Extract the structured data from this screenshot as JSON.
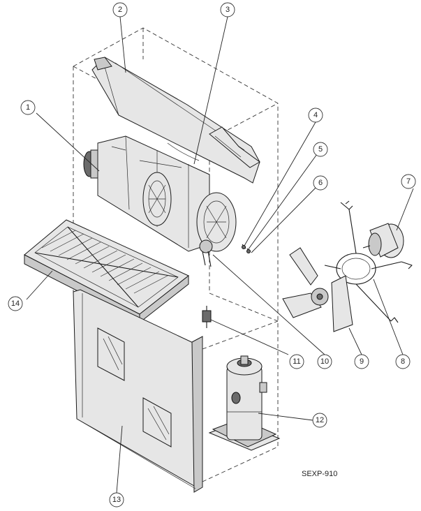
{
  "drawing_code": "SEXP-910",
  "callouts": [
    "1",
    "2",
    "3",
    "4",
    "5",
    "6",
    "7",
    "8",
    "9",
    "10",
    "11",
    "12",
    "13",
    "14"
  ],
  "colors": {
    "line": "#1a1a1a",
    "background": "#ffffff"
  }
}
